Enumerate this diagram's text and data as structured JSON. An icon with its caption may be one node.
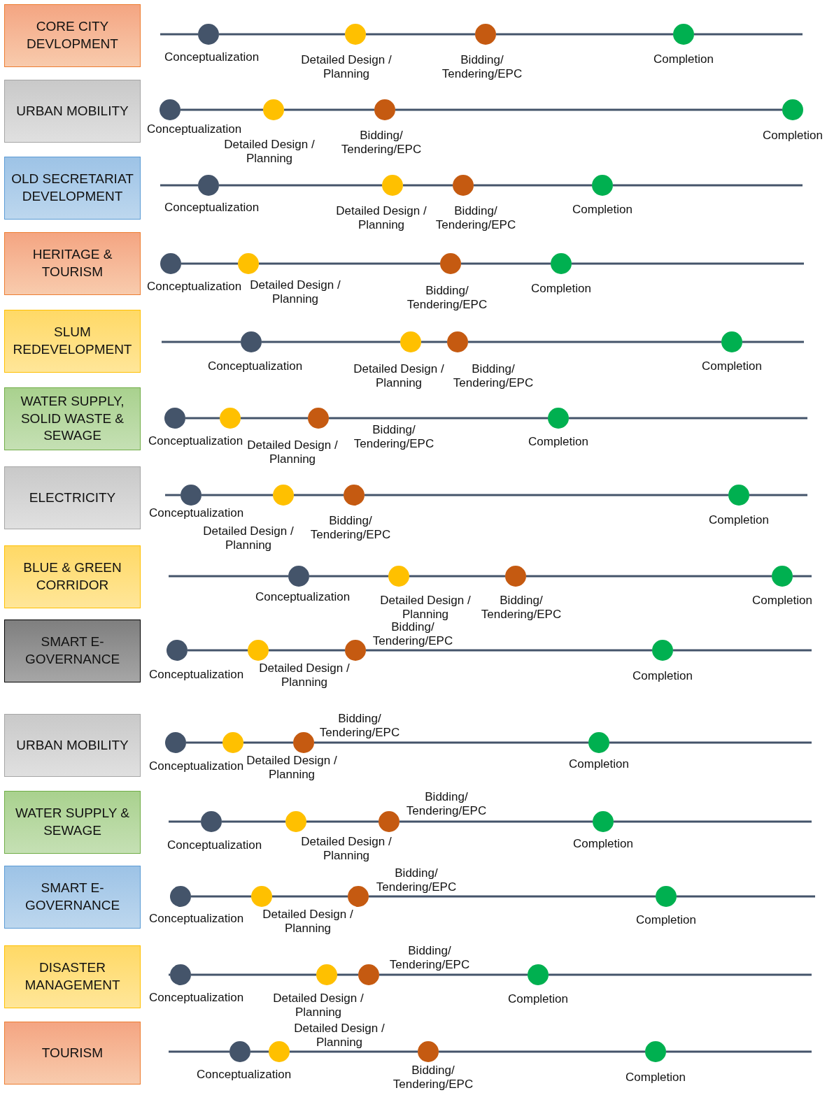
{
  "diagram": {
    "nodes": [
      {
        "text": [
          "CORE CITY DEVLOPMENT"
        ]
      },
      {
        "text": [],
        "shape": "circle",
        "beside": [
          "Conceptualization"
        ]
      },
      {
        "text": [],
        "shape": "circle",
        "beside": [
          "Detailed Design / Planning"
        ]
      },
      {
        "text": [],
        "shape": "circle",
        "beside": [
          "Bidding/ Tendering/EPC"
        ]
      },
      {
        "text": [],
        "shape": "circle",
        "beside": [
          "Completion"
        ]
      },
      {
        "text": [
          "URBAN MOBILITY"
        ]
      },
      {
        "text": [],
        "shape": "circle",
        "beside": [
          "Conceptualization"
        ]
      },
      {
        "text": [],
        "shape": "circle",
        "beside": [
          "Detailed Design / Planning"
        ]
      },
      {
        "text": [],
        "shape": "circle",
        "beside": [
          "Bidding/ Tendering/EPC"
        ]
      },
      {
        "text": [],
        "shape": "circle",
        "beside": [
          "Completion"
        ]
      },
      {
        "text": [
          "OLD SECRETARIAT DEVELOPMENT"
        ]
      },
      {
        "text": [],
        "shape": "circle",
        "beside": [
          "Conceptualization"
        ]
      },
      {
        "text": [],
        "shape": "circle",
        "beside": [
          "Detailed Design / Planning"
        ]
      },
      {
        "text": [],
        "shape": "circle",
        "beside": [
          "Bidding/ Tendering/EPC"
        ]
      },
      {
        "text": [],
        "shape": "circle",
        "beside": [
          "Completion"
        ]
      },
      {
        "text": [
          "HERITAGE & TOURISM"
        ]
      },
      {
        "text": [],
        "shape": "circle",
        "beside": [
          "Conceptualization"
        ]
      },
      {
        "text": [],
        "shape": "circle",
        "beside": [
          "Detailed Design / Planning"
        ]
      },
      {
        "text": [],
        "shape": "circle",
        "beside": [
          "Bidding/ Tendering/EPC"
        ]
      },
      {
        "text": [],
        "shape": "circle",
        "beside": [
          "Completion"
        ]
      },
      {
        "text": [
          "SLUM REDEVELOPMENT"
        ]
      },
      {
        "text": [],
        "shape": "circle",
        "beside": [
          "Conceptualization"
        ]
      },
      {
        "text": [],
        "shape": "circle",
        "beside": [
          "Detailed Design / Planning"
        ]
      },
      {
        "text": [],
        "shape": "circle",
        "beside": [
          "Bidding/ Tendering/EPC"
        ]
      },
      {
        "text": [],
        "shape": "circle",
        "beside": [
          "Completion"
        ]
      },
      {
        "text": [
          "WATER SUPPLY, SOLID WASTE & SEWAGE"
        ]
      },
      {
        "text": [],
        "shape": "circle",
        "beside": [
          "Conceptualization"
        ]
      },
      {
        "text": [],
        "shape": "circle",
        "beside": [
          "Detailed Design / Planning"
        ]
      },
      {
        "text": [],
        "shape": "circle",
        "beside": [
          "Bidding/ Tendering/EPC"
        ]
      },
      {
        "text": [],
        "shape": "circle",
        "beside": [
          "Completion"
        ]
      },
      {
        "text": [
          "ELECTRICITY"
        ]
      },
      {
        "text": [],
        "shape": "circle",
        "beside": [
          "Conceptualization"
        ]
      },
      {
        "text": [],
        "shape": "circle",
        "beside": [
          "Detailed Design / Planning"
        ]
      },
      {
        "text": [],
        "shape": "circle",
        "beside": [
          "Bidding/ Tendering/EPC"
        ]
      },
      {
        "text": [],
        "shape": "circle",
        "beside": [
          "Completion"
        ]
      },
      {
        "text": [
          "BLUE & GREEN CORRIDOR"
        ]
      },
      {
        "text": [],
        "shape": "circle",
        "beside": [
          "Conceptualization"
        ]
      },
      {
        "text": [],
        "shape": "circle",
        "beside": [
          "Detailed Design / Planning"
        ]
      },
      {
        "text": [],
        "shape": "circle",
        "beside": [
          "Bidding/ Tendering/EPC"
        ]
      },
      {
        "text": [],
        "shape": "circle",
        "beside": [
          "Completion"
        ]
      },
      {
        "text": [
          "SMART E-GOVERNANCE"
        ]
      },
      {
        "text": [],
        "shape": "circle",
        "beside": [
          "Conceptualization"
        ]
      },
      {
        "text": [],
        "shape": "circle",
        "beside": [
          "Detailed Design / Planning"
        ]
      },
      {
        "text": [],
        "shape": "circle",
        "beside": [
          "Bidding/ Tendering/EPC"
        ]
      },
      {
        "text": [],
        "shape": "circle",
        "beside": [
          "Completion"
        ]
      },
      {
        "text": [
          "URBAN MOBILITY"
        ]
      },
      {
        "text": [],
        "shape": "circle",
        "beside": [
          "Conceptualization"
        ]
      },
      {
        "text": [],
        "shape": "circle",
        "beside": [
          "Detailed Design / Planning"
        ]
      },
      {
        "text": [],
        "shape": "circle",
        "beside": [
          "Bidding/ Tendering/EPC"
        ]
      },
      {
        "text": [],
        "shape": "circle",
        "beside": [
          "Completion"
        ]
      },
      {
        "text": [
          "WATER SUPPLY & SEWAGE"
        ]
      },
      {
        "text": [],
        "shape": "circle",
        "beside": [
          "Conceptualization"
        ]
      },
      {
        "text": [],
        "shape": "circle",
        "beside": [
          "Detailed Design / Planning"
        ]
      },
      {
        "text": [],
        "shape": "circle",
        "beside": [
          "Bidding/ Tendering/EPC"
        ]
      },
      {
        "text": [],
        "shape": "circle",
        "beside": [
          "Completion"
        ]
      },
      {
        "text": [
          "SMART E-GOVERNANCE"
        ]
      },
      {
        "text": [],
        "shape": "circle",
        "beside": [
          "Conceptualization"
        ]
      },
      {
        "text": [],
        "shape": "circle",
        "beside": [
          "Detailed Design / Planning"
        ]
      },
      {
        "text": [],
        "shape": "circle",
        "beside": [
          "Bidding/ Tendering/EPC"
        ]
      },
      {
        "text": [],
        "shape": "circle",
        "beside": [
          "Completion"
        ]
      },
      {
        "text": [
          "DISASTER MANAGEMENT"
        ]
      },
      {
        "text": [],
        "shape": "circle",
        "beside": [
          "Conceptualization"
        ]
      },
      {
        "text": [],
        "shape": "circle",
        "beside": [
          "Detailed Design / Planning"
        ]
      },
      {
        "text": [],
        "shape": "circle",
        "beside": [
          "Bidding/ Tendering/EPC"
        ]
      },
      {
        "text": [],
        "shape": "circle",
        "beside": [
          "Completion"
        ]
      },
      {
        "text": [
          "TOURISM"
        ]
      },
      {
        "text": [],
        "shape": "circle",
        "beside": [
          "Conceptualization"
        ]
      },
      {
        "text": [],
        "shape": "circle",
        "beside": [
          "Detailed Design / Planning"
        ]
      },
      {
        "text": [],
        "shape": "circle",
        "beside": [
          "Bidding/ Tendering/EPC"
        ]
      },
      {
        "text": [],
        "shape": "circle",
        "beside": [
          "Completion"
        ]
      }
    ],
    "edges": [
      {
        "from": 1,
        "to": 2,
        "arrow": "none"
      },
      {
        "from": 2,
        "to": 3,
        "arrow": "none"
      },
      {
        "from": 3,
        "to": 4,
        "arrow": "none"
      },
      {
        "from": 6,
        "to": 7,
        "arrow": "none"
      },
      {
        "from": 7,
        "to": 8,
        "arrow": "none"
      },
      {
        "from": 8,
        "to": 9,
        "arrow": "none"
      },
      {
        "from": 11,
        "to": 12,
        "arrow": "none"
      },
      {
        "from": 12,
        "to": 13,
        "arrow": "none"
      },
      {
        "from": 13,
        "to": 14,
        "arrow": "none"
      },
      {
        "from": 16,
        "to": 17,
        "arrow": "none"
      },
      {
        "from": 17,
        "to": 18,
        "arrow": "none"
      },
      {
        "from": 18,
        "to": 19,
        "arrow": "none"
      },
      {
        "from": 21,
        "to": 22,
        "arrow": "none"
      },
      {
        "from": 22,
        "to": 23,
        "arrow": "none"
      },
      {
        "from": 23,
        "to": 24,
        "arrow": "none"
      },
      {
        "from": 26,
        "to": 27,
        "arrow": "none"
      },
      {
        "from": 27,
        "to": 28,
        "arrow": "none"
      },
      {
        "from": 28,
        "to": 29,
        "arrow": "none"
      },
      {
        "from": 31,
        "to": 32,
        "arrow": "none"
      },
      {
        "from": 32,
        "to": 33,
        "arrow": "none"
      },
      {
        "from": 33,
        "to": 34,
        "arrow": "none"
      },
      {
        "from": 36,
        "to": 37,
        "arrow": "none"
      },
      {
        "from": 37,
        "to": 38,
        "arrow": "none"
      },
      {
        "from": 38,
        "to": 39,
        "arrow": "none"
      },
      {
        "from": 41,
        "to": 42,
        "arrow": "none"
      },
      {
        "from": 42,
        "to": 43,
        "arrow": "none"
      },
      {
        "from": 43,
        "to": 44,
        "arrow": "none"
      },
      {
        "from": 46,
        "to": 47,
        "arrow": "none"
      },
      {
        "from": 47,
        "to": 48,
        "arrow": "none"
      },
      {
        "from": 48,
        "to": 49,
        "arrow": "none"
      },
      {
        "from": 51,
        "to": 52,
        "arrow": "none"
      },
      {
        "from": 52,
        "to": 53,
        "arrow": "none"
      },
      {
        "from": 53,
        "to": 54,
        "arrow": "none"
      },
      {
        "from": 56,
        "to": 57,
        "arrow": "none"
      },
      {
        "from": 57,
        "to": 58,
        "arrow": "none"
      },
      {
        "from": 58,
        "to": 59,
        "arrow": "none"
      },
      {
        "from": 61,
        "to": 62,
        "arrow": "none"
      },
      {
        "from": 62,
        "to": 63,
        "arrow": "none"
      },
      {
        "from": 63,
        "to": 64,
        "arrow": "none"
      },
      {
        "from": 66,
        "to": 67,
        "arrow": "none"
      },
      {
        "from": 67,
        "to": 68,
        "arrow": "none"
      },
      {
        "from": 68,
        "to": 69,
        "arrow": "none"
      }
    ]
  }
}
